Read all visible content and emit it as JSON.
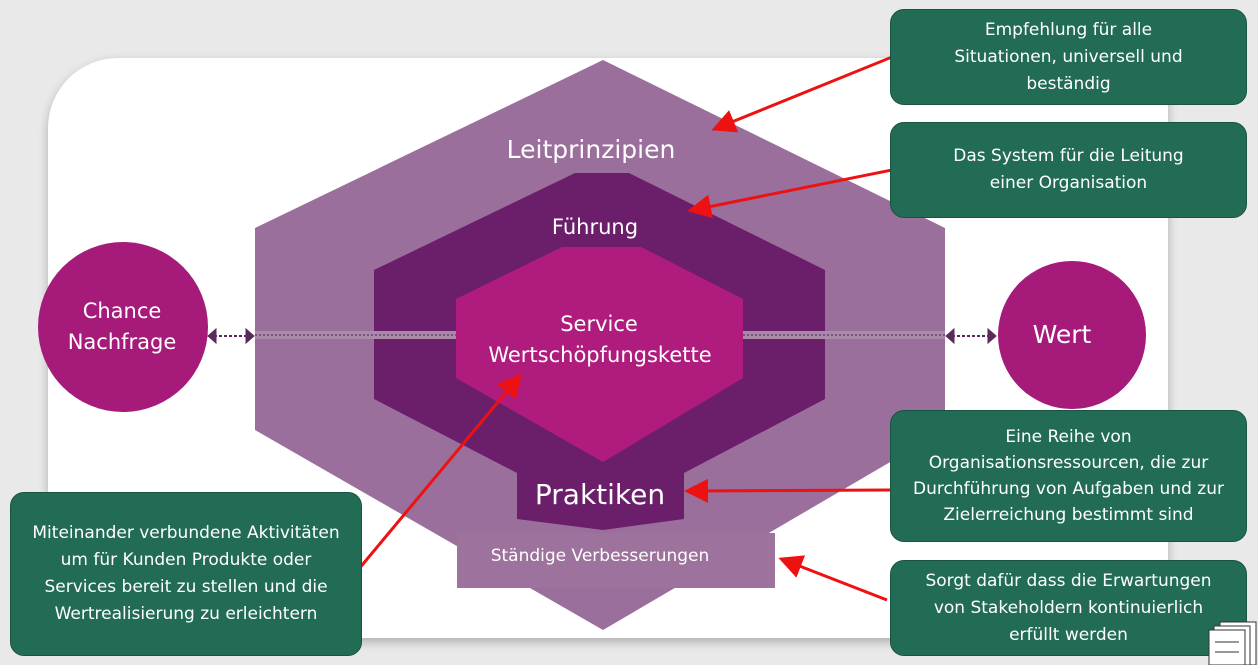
{
  "diagram": {
    "leitprinzipien": "Leitprinzipien",
    "fuehrung": "Führung",
    "service_line1": "Service",
    "service_line2": "Wertschöpfungskette",
    "praktiken": "Praktiken",
    "verbesserungen": "Ständige Verbesserungen",
    "chance_line1": "Chance",
    "chance_line2": "Nachfrage",
    "wert": "Wert"
  },
  "callouts": {
    "leitprinzipien": "Empfehlung für alle Situationen, universell und beständig",
    "fuehrung": "Das System für die Leitung einer Organisation",
    "praktiken": "Eine Reihe von Organisationsressourcen, die zur Durchführung von Aufgaben und zur Zielerreichung bestimmt sind",
    "verbesserungen": "Sorgt dafür dass die Erwartungen von Stakeholdern kontinuierlich erfüllt werden",
    "wertschoepfung": "Miteinander verbundene Aktivitäten um für Kunden Produkte oder Services bereit zu stellen und die Wertrealisierung zu erleichtern"
  },
  "colors": {
    "outer": "#9b6f9b",
    "dark": "#6b1f6b",
    "magenta": "#b01c7e",
    "circle": "#a61a7a",
    "callout": "#226b55",
    "arrow": "#ee1111"
  }
}
